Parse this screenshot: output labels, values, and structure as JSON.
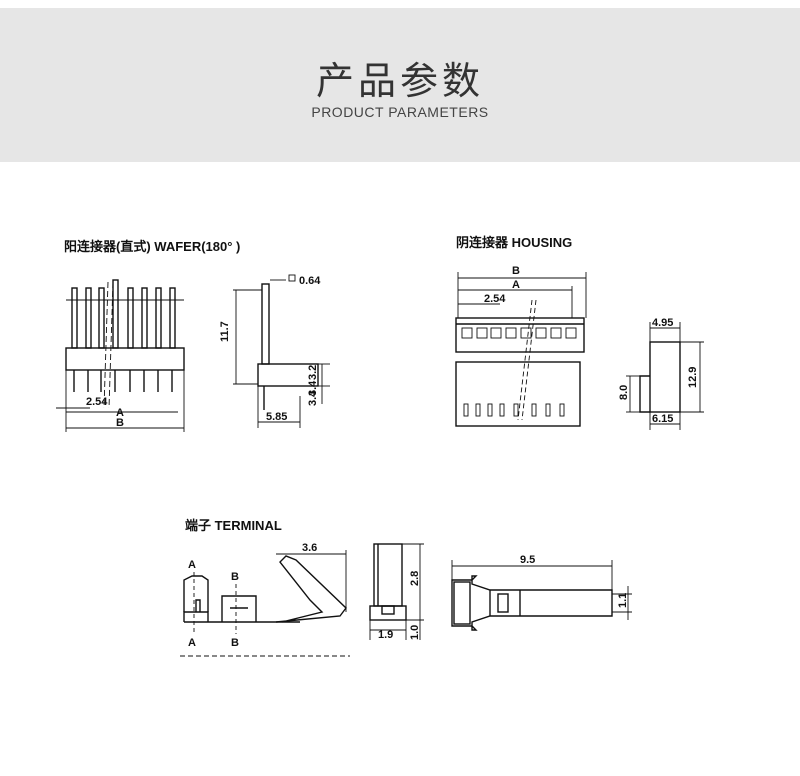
{
  "header": {
    "title": "产品参数",
    "subtitle": "PRODUCT PARAMETERS"
  },
  "sections": {
    "wafer": {
      "title": "阳连接器(直式) WAFER(180°  )",
      "dims": {
        "pitch": "2.54",
        "a": "A",
        "b": "B",
        "height": "11.7",
        "pin": "0.64",
        "d1": "3.2",
        "d2": "3.4",
        "d3": "3.4",
        "width": "5.85"
      }
    },
    "housing": {
      "title": "阴连接器 HOUSING",
      "dims": {
        "a": "A",
        "b": "B",
        "pitch": "2.54",
        "top": "4.95",
        "height": "12.9",
        "side": "8.0",
        "bottom": "6.15"
      }
    },
    "terminal": {
      "title": "端子 TERMINAL",
      "dims": {
        "a_top": "A",
        "b_top": "B",
        "a_bot": "A",
        "b_bot": "B",
        "curl": "3.6",
        "h": "2.8",
        "w": "1.9",
        "gap": "1.0",
        "len": "9.5",
        "pin": "1.1"
      }
    }
  }
}
